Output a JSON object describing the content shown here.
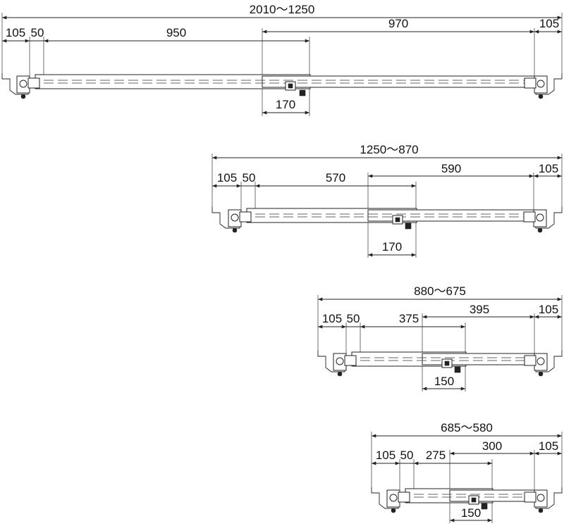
{
  "drawings": [
    {
      "id": "rod-2010-1250",
      "total_label": "2010～1250",
      "left_bracket_label": "105",
      "left_offset_label": "50",
      "inner_segment_label": "950",
      "outer_segment_label": "970",
      "right_bracket_label": "105",
      "overlap_label": "170"
    },
    {
      "id": "rod-1250-870",
      "total_label": "1250～870",
      "left_bracket_label": "105",
      "left_offset_label": "50",
      "inner_segment_label": "570",
      "outer_segment_label": "590",
      "right_bracket_label": "105",
      "overlap_label": "170"
    },
    {
      "id": "rod-880-675",
      "total_label": "880～675",
      "left_bracket_label": "105",
      "left_offset_label": "50",
      "inner_segment_label": "375",
      "outer_segment_label": "395",
      "right_bracket_label": "105",
      "overlap_label": "150"
    },
    {
      "id": "rod-685-580",
      "total_label": "685～580",
      "left_bracket_label": "105",
      "left_offset_label": "50",
      "inner_segment_label": "275",
      "outer_segment_label": "300",
      "right_bracket_label": "105",
      "overlap_label": "150"
    }
  ]
}
